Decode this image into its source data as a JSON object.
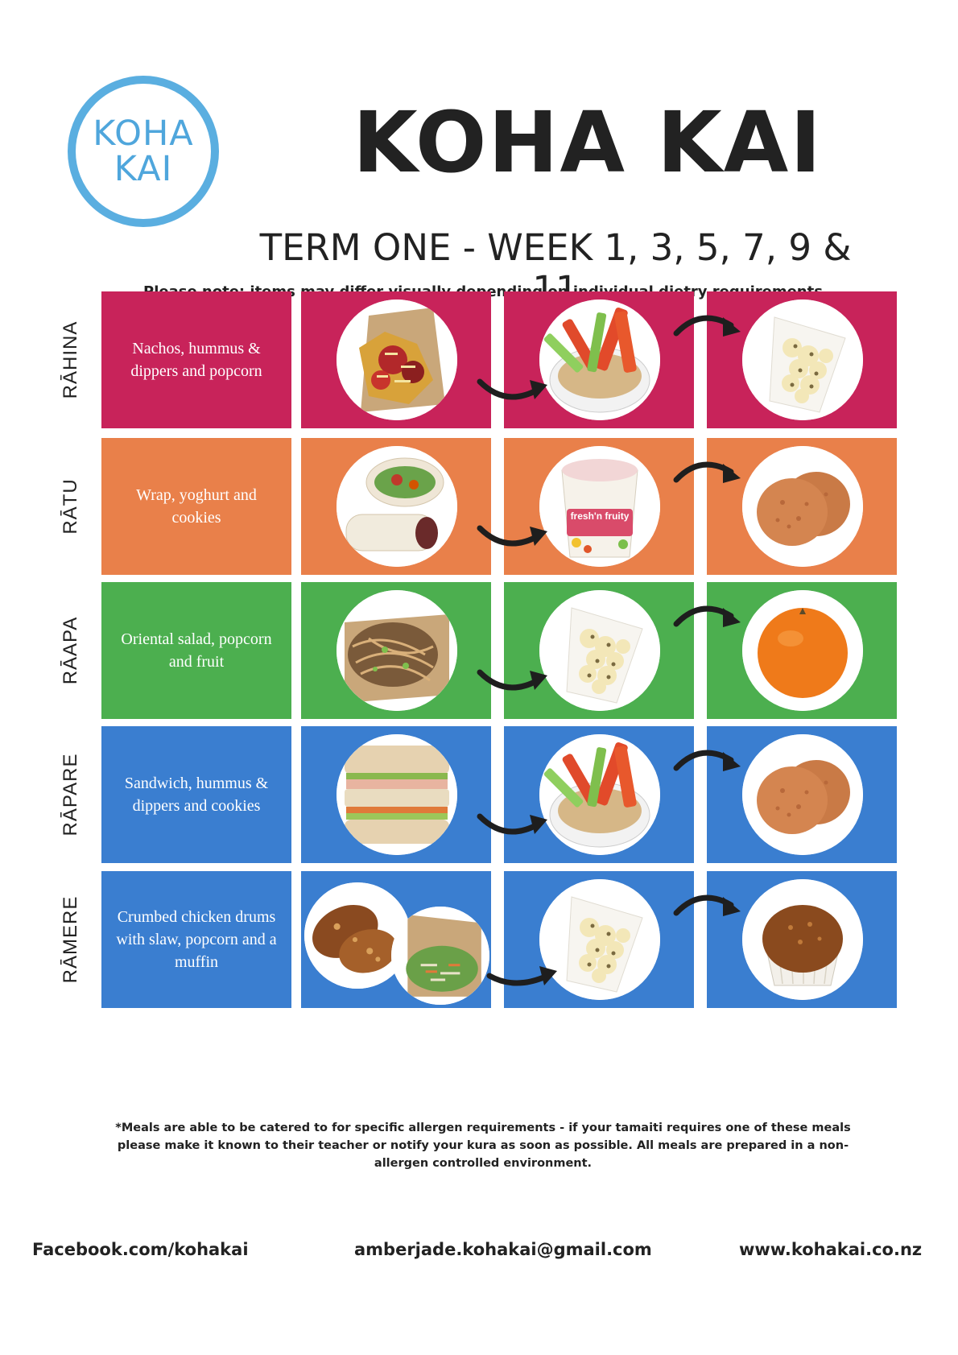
{
  "brand": {
    "logo_line1": "KOHA",
    "logo_line2": "KAI",
    "logo_color": "#5aaee0",
    "title": "KOHA KAI"
  },
  "subtitle": "TERM ONE - WEEK 1, 3, 5, 7, 9 & 11",
  "note": "Please note: items may differ visually depending on individual dietry requirements",
  "days": [
    {
      "label": "RĀHINA",
      "color": "#c8235a",
      "description": "Nachos, hummus & dippers and popcorn",
      "items": [
        "nachos-icon",
        "hummus-dippers-icon",
        "popcorn-icon"
      ]
    },
    {
      "label": "RĀTU",
      "color": "#e9804a",
      "description": "Wrap, yoghurt and cookies",
      "items": [
        "wrap-icon",
        "yoghurt-icon",
        "cookies-icon"
      ]
    },
    {
      "label": "RĀAPA",
      "color": "#4caf4f",
      "description": "Oriental salad, popcorn and fruit",
      "items": [
        "salad-icon",
        "popcorn-icon",
        "mandarin-icon"
      ]
    },
    {
      "label": "RĀPARE",
      "color": "#3a7ed0",
      "description": "Sandwich, hummus & dippers and cookies",
      "items": [
        "sandwich-icon",
        "hummus-dippers-icon",
        "cookies-icon"
      ]
    },
    {
      "label": "RĀMERE",
      "color": "#3a7ed0",
      "description": "Crumbed chicken drums with slaw, popcorn and a muffin",
      "items": [
        "chicken-slaw-icon",
        "popcorn-icon",
        "muffin-icon"
      ]
    }
  ],
  "yoghurt_text": "fresh'n fruity",
  "disclaimer": "*Meals are able to be catered to for specific allergen requirements - if your tamaiti requires one of these meals please make it known to their teacher or notify your kura as soon as possible. All meals are prepared in a non-allergen controlled environment.",
  "footer": {
    "facebook": "Facebook.com/kohakai",
    "email": "amberjade.kohakai@gmail.com",
    "website": "www.kohakai.co.nz"
  }
}
